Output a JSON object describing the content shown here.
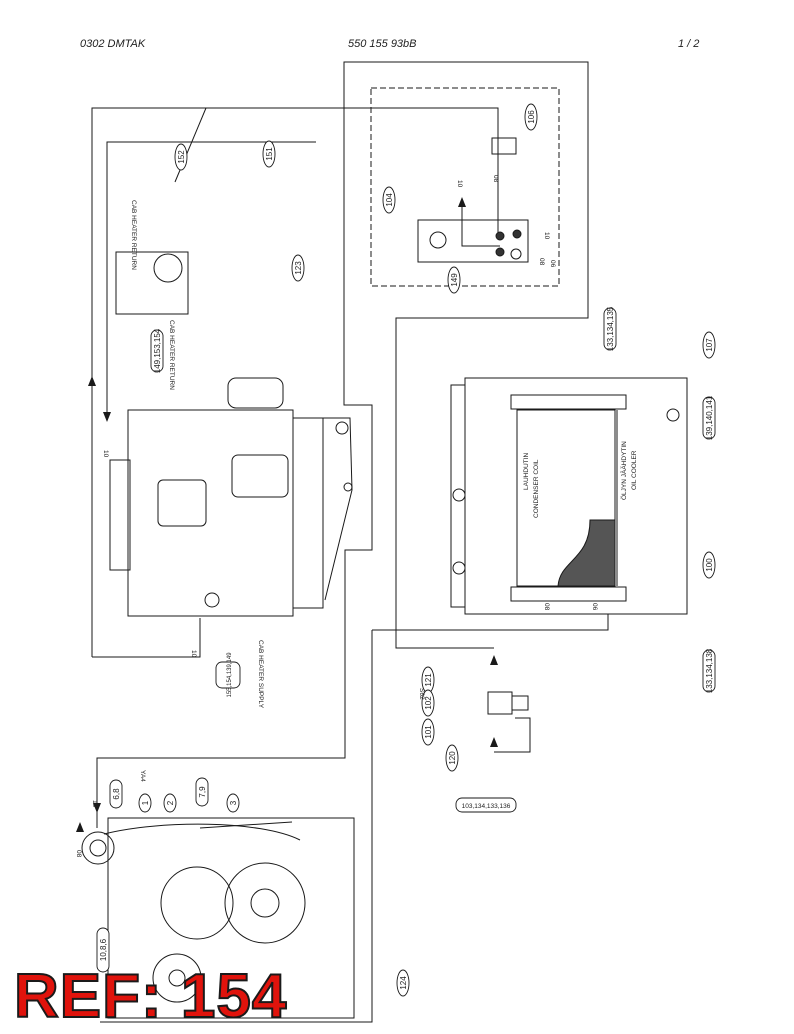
{
  "header": {
    "left": "0302   DMTAK",
    "center": "550 155 93bB",
    "right": "1 /   2"
  },
  "ref_badge": "REF: 154",
  "labels": {
    "cab_heater_return_top": "CAB HEATER RETURN",
    "cab_heater_return_mid": "CAB HEATER RETURN",
    "cab_heater_supply": "CAB HEATER SUPPLY",
    "condenser_fi": "LAUHDUTIN",
    "condenser_en": "CONDENSER COIL",
    "oil_cooler_fi": "ÖLJYN JÄÄHDYTIN",
    "oil_cooler_en": "OIL COOLER",
    "ya4": "YA4",
    "s62": "S62"
  },
  "wire_tags": [
    "10",
    "08",
    "10",
    "10",
    "08",
    "06",
    "08",
    "06",
    "10",
    "08",
    "10"
  ],
  "callouts": [
    "152",
    "151",
    "106",
    "104",
    "149",
    "123",
    "149,153,154",
    "133,134,135",
    "107",
    "139,140,141",
    "100",
    "155,154,139,149",
    "133,134,138",
    "121",
    "102",
    "101",
    "120",
    "103,134,133,136",
    "6,8",
    "1",
    "2",
    "7,9",
    "3",
    "10,8,6",
    "124"
  ]
}
